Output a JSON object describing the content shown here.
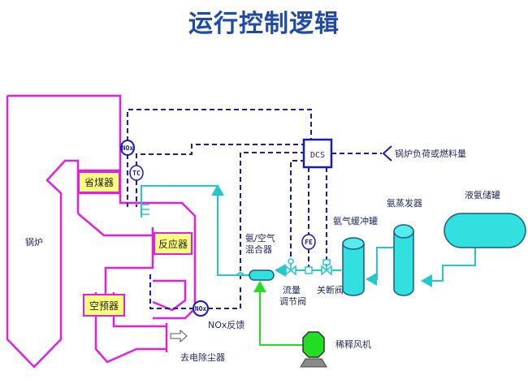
{
  "title": "运行控制逻辑",
  "colors": {
    "boiler": "#e020e0",
    "control": "#1a1ab4",
    "ammonia": "#22c8cc",
    "air": "#22dd22",
    "component_fill": "#ffff80",
    "tank_fill": "#33e0e0",
    "title": "#1f4aa8"
  },
  "labels": {
    "boiler": "锅炉",
    "economizer": "省煤器",
    "reactor": "反应器",
    "air_preheater": "空预器",
    "to_esp": "去电除尘器",
    "nox_feedback": "NOx反馈",
    "mixer": [
      "氨/空气",
      "混合器"
    ],
    "flow_valve": [
      "流量",
      "调节阀"
    ],
    "shutoff_valve": "关断阀",
    "buffer_tank": "氨气缓冲罐",
    "evaporator": "氨蒸发器",
    "storage_tank": "液氨储罐",
    "dilution_fan": "稀释风机",
    "dcs": "DCS",
    "load_input": "锅炉负荷或燃料量"
  },
  "instruments": {
    "nox_top": "NOx",
    "tc": "TC",
    "fe": "FE",
    "nox_bottom": "NOx"
  }
}
